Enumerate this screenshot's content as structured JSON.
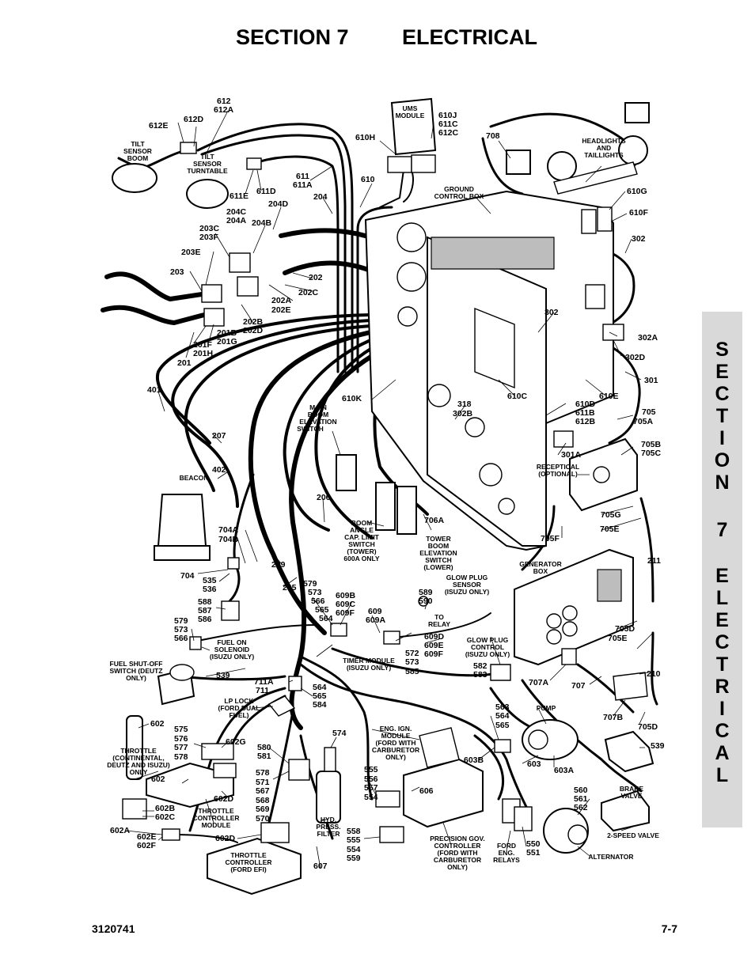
{
  "header": {
    "section": "SECTION 7",
    "title": "ELECTRICAL"
  },
  "side_tab": [
    "S",
    "E",
    "C",
    "T",
    "I",
    "O",
    "N",
    "",
    "7",
    "",
    "E",
    "L",
    "E",
    "C",
    "T",
    "R",
    "I",
    "C",
    "A",
    "L"
  ],
  "footer": {
    "doc_number": "3120741",
    "page_number": "7-7"
  },
  "labels": {
    "l612": "612",
    "l612A": "612A",
    "l612E": "612E",
    "l612D": "612D",
    "tiltBoom1": "TILT",
    "tiltBoom2": "SENSOR",
    "tiltBoom3": "BOOM",
    "tiltTt1": "TILT",
    "tiltTt2": "SENSOR",
    "tiltTt3": "TURNTABLE",
    "ums1": "UMS",
    "ums2": "MODULE",
    "l610J": "610J",
    "l611C": "611C",
    "l612C": "612C",
    "l610H": "610H",
    "l610": "610",
    "l708": "708",
    "head1": "HEADLIGHTS",
    "head2": "AND",
    "head3": "TAILLIGHTS",
    "l611": "611",
    "l611A": "611A",
    "l611E": "611E",
    "l611D": "611D",
    "l204": "204",
    "l204D": "204D",
    "l204C": "204C",
    "l204A": "204A",
    "l204B": "204B",
    "l203C": "203C",
    "l203F": "203F",
    "l203E": "203E",
    "l203": "203",
    "gcb1": "GROUND",
    "gcb2": "CONTROL BOX",
    "l610G": "610G",
    "l610F": "610F",
    "l302": "302",
    "l302b": "302",
    "l302A": "302A",
    "l302D": "302D",
    "l202": "202",
    "l202C": "202C",
    "l202A": "202A",
    "l202E": "202E",
    "l202B": "202B",
    "l202D": "202D",
    "l201B": "201B",
    "l201G": "201G",
    "l201F": "201F",
    "l201H": "201H",
    "l201": "201",
    "l301": "301",
    "l610E": "610E",
    "l610C": "610C",
    "l610K": "610K",
    "l610D": "610D",
    "l611B": "611B",
    "l612B": "612B",
    "l318": "318",
    "l302B": "302B",
    "l705": "705",
    "l705A": "705A",
    "l401": "401",
    "mbes1": "MAIN",
    "mbes2": "BOOM",
    "mbes3": "ELEVATION",
    "mbes4": "SWITCH",
    "l207": "207",
    "l402": "402",
    "beacon": "BEACON",
    "l206": "206",
    "l301A": "301A",
    "l705B": "705B",
    "l705C": "705C",
    "rec1": "RECEPTICAL",
    "rec2": "(OPTIONAL)",
    "l706A": "706A",
    "l705G": "705G",
    "l705E": "705E",
    "l705F": "705F",
    "bac1": "BOOM",
    "bac2": "ANGLE",
    "bac3": "CAP. LIMIT",
    "bac4": "SWITCH",
    "bac5": "(TOWER)",
    "bac6": "600A ONLY",
    "tbes1": "TOWER",
    "tbes2": "BOOM",
    "tbes3": "ELEVATION",
    "tbes4": "SWITCH",
    "tbes5": "(LOWER)",
    "l704A": "704A",
    "l704B": "704B",
    "l704": "704",
    "l535": "535",
    "l536": "536",
    "l209": "209",
    "l205": "205",
    "l579a": "579",
    "l573a": "573",
    "l566a": "566",
    "l565a": "565",
    "l564a": "564",
    "l609B": "609B",
    "l609C": "609C",
    "l609F": "609F",
    "l609": "609",
    "l609A": "609A",
    "l589": "589",
    "l590": "590",
    "gps1": "GLOW PLUG",
    "gps2": "SENSOR",
    "gps3": "(ISUZU ONLY)",
    "gen1": "GENERATOR",
    "gen2": "BOX",
    "l211": "211",
    "l588": "588",
    "l587": "587",
    "l586": "586",
    "l579b": "579",
    "l573b": "573",
    "l566b": "566",
    "tor1": "TO",
    "tor2": "RELAY",
    "l609D": "609D",
    "l609E": "609E",
    "l609F2": "609F",
    "fos1": "FUEL ON",
    "fos2": "SOLENOID",
    "fos3": "(ISUZU ONLY)",
    "tm1": "TIMER MODULE",
    "tm2": "(ISUZU ONLY)",
    "l572": "572",
    "l573c": "573",
    "l585": "585",
    "gpc1": "GLOW PLUG",
    "gpc2": "CONTROL",
    "gpc3": "(ISUZU ONLY)",
    "l705D": "705D",
    "l705E2": "705E",
    "fss1": "FUEL SHUT-OFF",
    "fss2": "SWITCH (DEUTZ",
    "fss3": "ONLY)",
    "l539": "539",
    "l582": "582",
    "l583": "583",
    "l210": "210",
    "l711A": "711A",
    "l711": "711",
    "l564b": "564",
    "l565b": "565",
    "l584": "584",
    "lp1": "LP LOCK",
    "lp2": "(FORD DUAL",
    "lp3": "FUEL)",
    "l707A": "707A",
    "l707": "707",
    "l563": "563",
    "l564c": "564",
    "l565c": "565",
    "pump": "PUMP",
    "l707B": "707B",
    "l705D2": "705D",
    "l602": "602",
    "l575": "575",
    "l576": "576",
    "l577": "577",
    "l578a": "578",
    "l602G": "602G",
    "l574": "574",
    "eim1": "ENG. IGN.",
    "eim2": "MODULE",
    "eim3": "(FORD WITH",
    "eim4": "CARBURETOR",
    "eim5": "ONLY)",
    "l580": "580",
    "l581": "581",
    "l603B": "603B",
    "l603": "603",
    "l603A": "603A",
    "l539b": "539",
    "thr1": "THROTTLE",
    "thr2": "(CONTINENTAL,",
    "thr3": "DEUTZ AND ISUZU)",
    "thr4": "ONLY",
    "l602b": "602",
    "l578b": "578",
    "l571": "571",
    "l567": "567",
    "l568": "568",
    "l569": "569",
    "l570": "570",
    "l555a": "555",
    "l556": "556",
    "l557": "557",
    "l554a": "554",
    "l606": "606",
    "bv1": "BRAKE",
    "bv2": "VALVE",
    "l560": "560",
    "l561": "561",
    "l562": "562",
    "l602D": "602D",
    "l602B": "602B",
    "l602C": "602C",
    "tcm1": "THROTTLE",
    "tcm2": "CONTROLLER",
    "tcm3": "MODULE",
    "hyd1": "HYD.",
    "hyd2": "PRESS.",
    "hyd3": "FILTER",
    "l558": "558",
    "l555b": "555",
    "l554b": "554",
    "l559": "559",
    "pgc1": "PRECISION GOV.",
    "pgc2": "CONTROLLER",
    "pgc3": "(FORD WITH",
    "pgc4": "CARBURETOR",
    "pgc5": "ONLY)",
    "fer1": "FORD",
    "fer2": "ENG.",
    "fer3": "RELAYS",
    "l550": "550",
    "l551": "551",
    "spd": "2-SPEED VALVE",
    "l602A": "602A",
    "l602E": "602E",
    "l602F": "602F",
    "l602D2": "602D",
    "tce1": "THROTTLE",
    "tce2": "CONTROLLER",
    "tce3": "(FORD EFI)",
    "l607": "607",
    "alt": "ALTERNATOR"
  }
}
